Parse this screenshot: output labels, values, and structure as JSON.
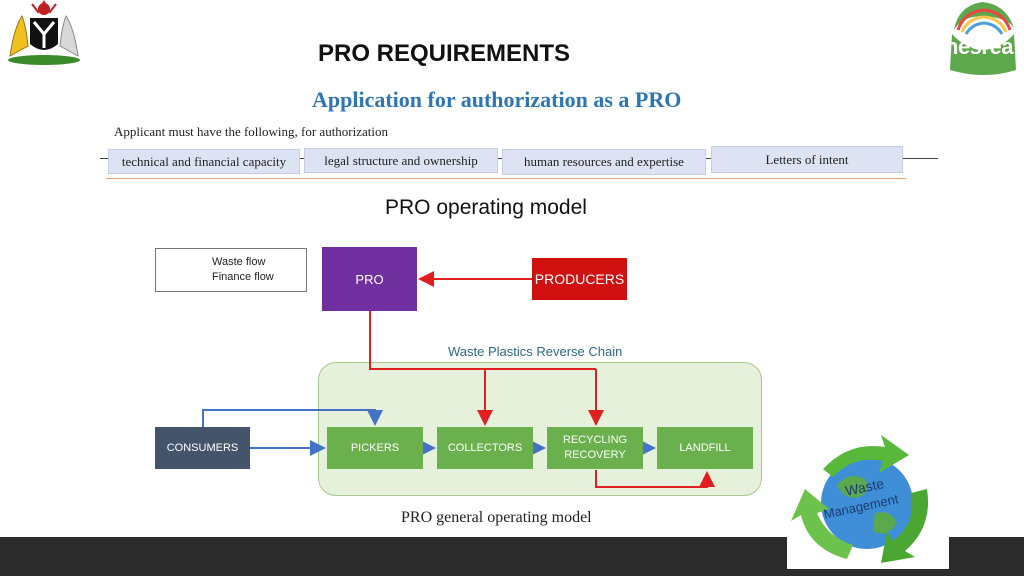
{
  "header": {
    "title": "PRO REQUIREMENTS",
    "subtitle": "Application for authorization as a PRO",
    "intro": "Applicant must have the following, for authorization"
  },
  "requirements": [
    "technical and financial capacity",
    "legal structure and ownership",
    "human resources and expertise",
    "Letters of intent"
  ],
  "diagram": {
    "title": "PRO operating model",
    "legend": {
      "waste_flow": "Waste flow",
      "finance_flow": "Finance flow"
    },
    "nodes": {
      "pro": "PRO",
      "producers": "PRODUCERS",
      "consumers": "CONSUMERS",
      "pickers": "PICKERS",
      "collectors": "COLLECTORS",
      "recycling_1": "RECYCLING",
      "recycling_2": "RECOVERY",
      "landfill": "LANDFILL"
    },
    "chain_label": "Waste Plastics Reverse Chain",
    "caption": "PRO general operating model",
    "colors": {
      "waste_flow": "#4472c4",
      "finance_flow": "#e02020",
      "pro": "#7030a0",
      "producers": "#d00f0f",
      "consumers": "#44546a",
      "chain_nodes": "#6ab04c"
    }
  },
  "logos": {
    "nesrea": "nesrea",
    "waste_management_1": "Waste",
    "waste_management_2": "Management"
  }
}
